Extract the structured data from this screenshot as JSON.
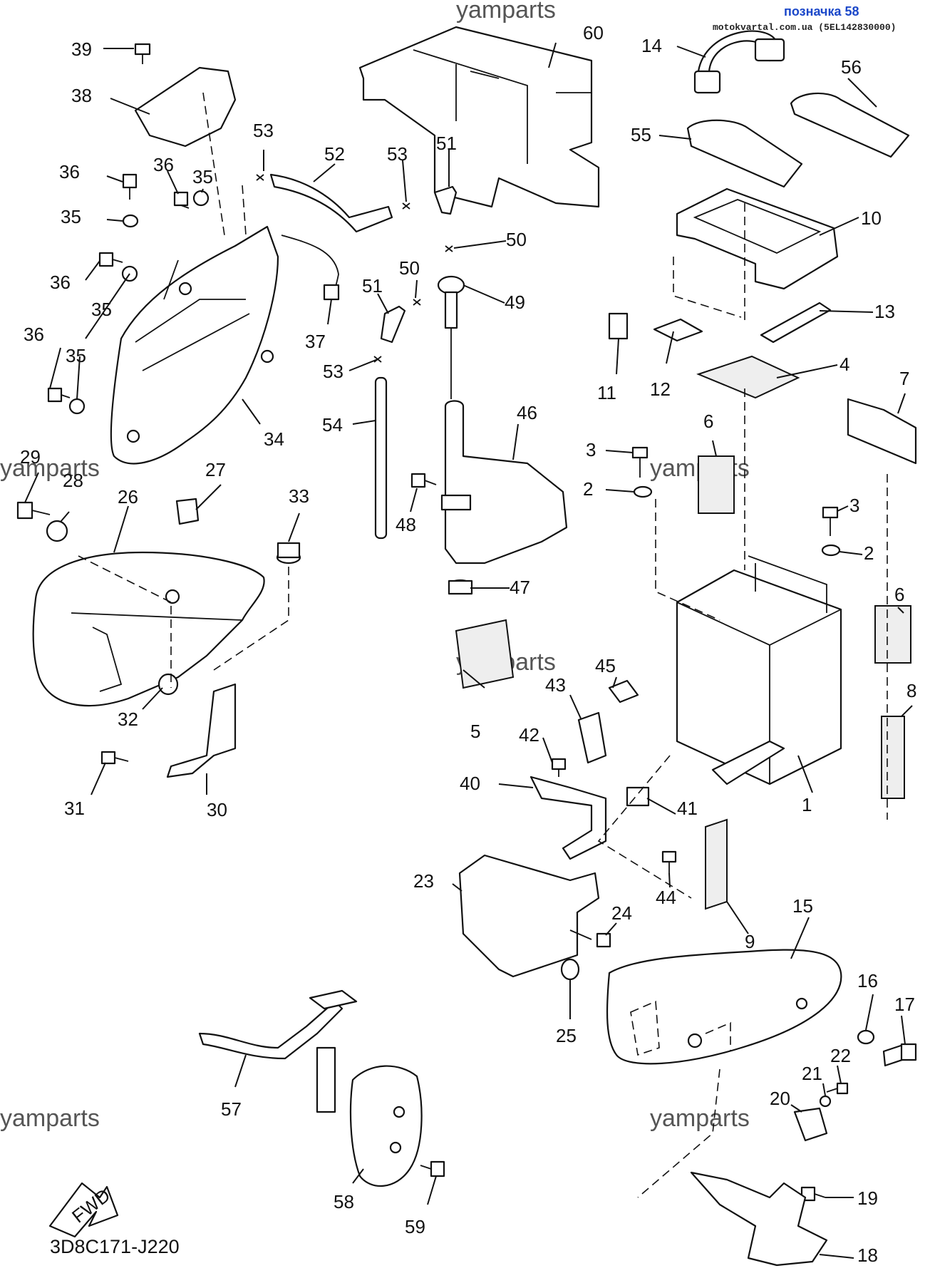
{
  "header": {
    "ref_title": "позначка 58",
    "source_line": "motokvartal.com.ua (5EL142830000)"
  },
  "watermarks": [
    "yamparts",
    "yamparts",
    "yamparts",
    "yamparts",
    "yamparts",
    "yamparts"
  ],
  "diagram_code": "3D8C171-J220",
  "fwd_label": "FWD",
  "callouts": [
    "1",
    "2",
    "2",
    "3",
    "3",
    "4",
    "5",
    "6",
    "6",
    "7",
    "8",
    "9",
    "10",
    "11",
    "12",
    "13",
    "14",
    "15",
    "16",
    "17",
    "18",
    "19",
    "20",
    "21",
    "22",
    "23",
    "24",
    "25",
    "26",
    "27",
    "28",
    "29",
    "30",
    "31",
    "32",
    "33",
    "34",
    "35",
    "35",
    "35",
    "35",
    "36",
    "36",
    "36",
    "36",
    "37",
    "38",
    "39",
    "40",
    "41",
    "42",
    "43",
    "44",
    "45",
    "46",
    "47",
    "48",
    "49",
    "50",
    "50",
    "51",
    "51",
    "52",
    "53",
    "53",
    "53",
    "54",
    "55",
    "56",
    "57",
    "58",
    "59",
    "60"
  ]
}
